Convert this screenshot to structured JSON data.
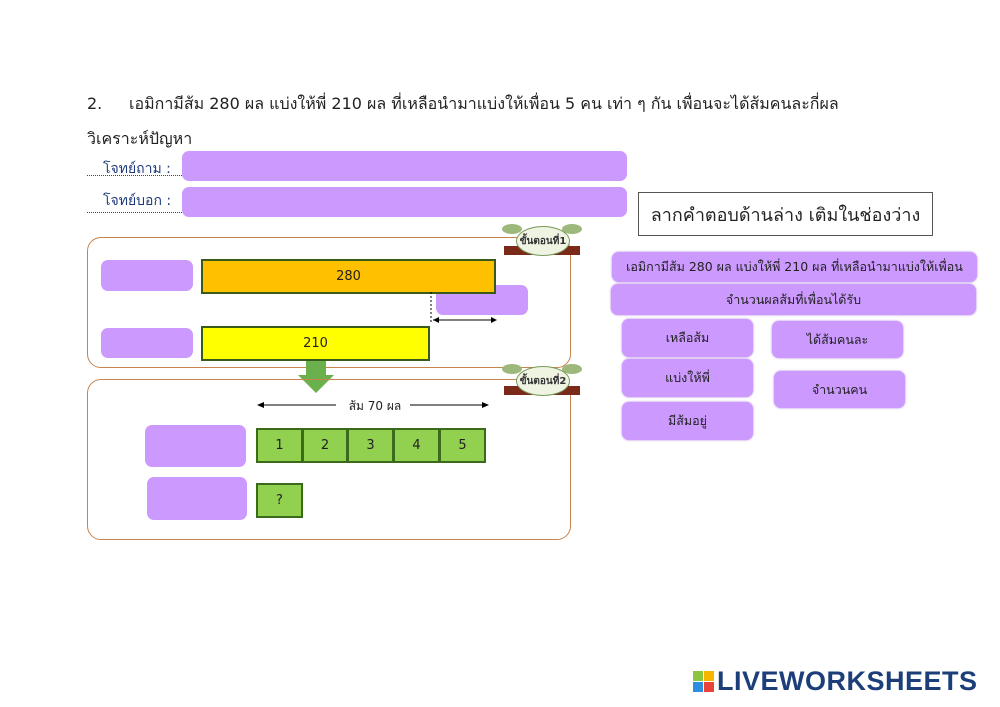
{
  "question": {
    "number": "2.",
    "text": "เอมิกามีส้ม 280 ผล  แบ่งให้พี่  210 ผล ที่เหลือนำมาแบ่งให้เพื่อน 5 คน เท่า ๆ กัน  เพื่อนจะได้ส้มคนละกี่ผล"
  },
  "analysis_heading": "วิเคราะห์ปัญหา",
  "asked_label": "โจทย์ถาม :",
  "given_label": "โจทย์บอก :",
  "instruction": "ลากคำตอบด้านล่าง เติมในช่องว่าง",
  "step1": {
    "badge": "ขั้นตอนที่1",
    "bar_total": "280",
    "bar_part": "210"
  },
  "step2": {
    "badge": "ขั้นตอนที่2",
    "span_label": "ส้ม 70 ผล",
    "cells": [
      "1",
      "2",
      "3",
      "4",
      "5"
    ],
    "unknown": "?"
  },
  "options": [
    "เอมิกามีส้ม 280 ผล  แบ่งให้พี่  210 ผล ที่เหลือนำมาแบ่งให้เพื่อน",
    "จำนวนผลส้มที่เพื่อนได้รับ",
    "เหลือส้ม",
    "ได้ส้มคนละ",
    "แบ่งให้พี่",
    "จำนวนคน",
    "มีส้มอยู่"
  ],
  "logo": {
    "text": "LIVEWORKSHEETS",
    "letters": [
      "L",
      "I",
      "V",
      "E"
    ]
  },
  "colors": {
    "drop": "#cc99ff",
    "bar_total": "#ffc000",
    "bar_part": "#ffff00",
    "cell": "#92d050",
    "frame": "#c8834a"
  }
}
